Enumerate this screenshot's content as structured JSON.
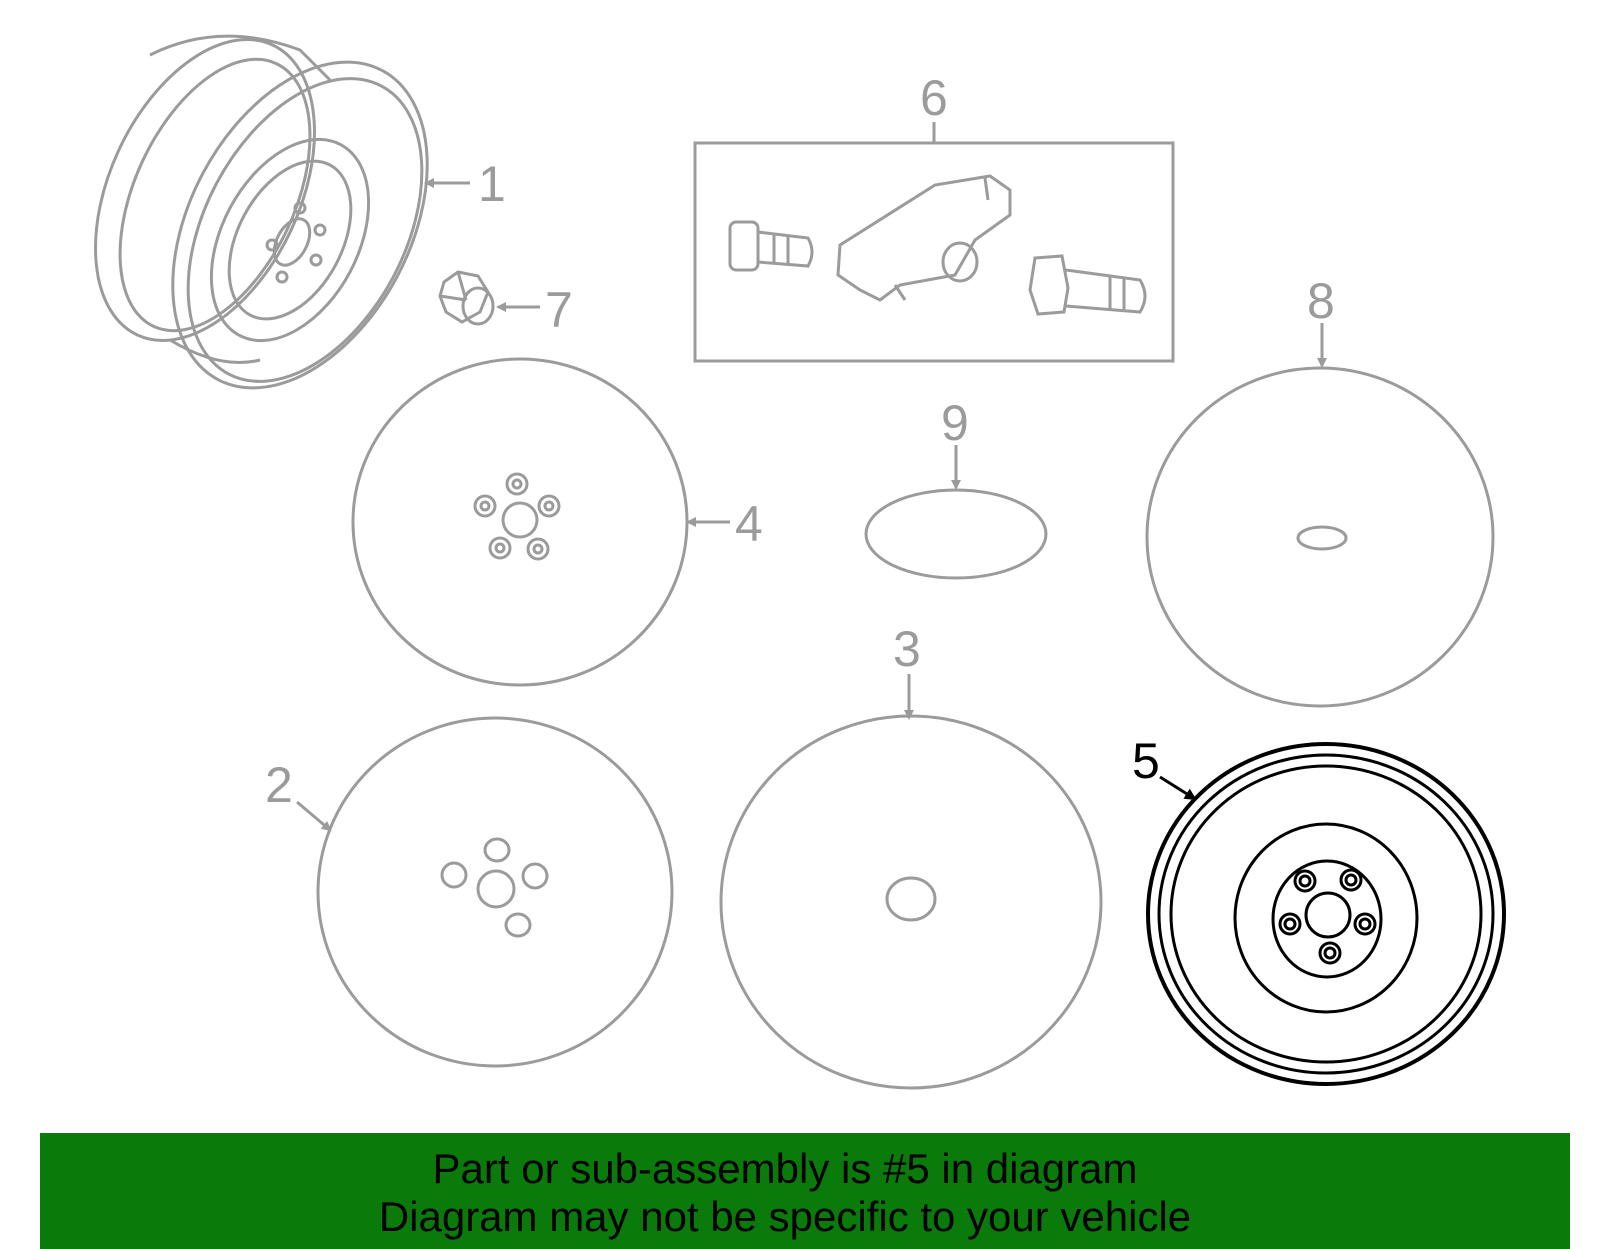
{
  "colors": {
    "part_gray": "#9b9b9b",
    "highlight": "#000000",
    "banner_bg": "#0a7a0a",
    "banner_text": "#000000"
  },
  "callouts": {
    "c1": "1",
    "c2": "2",
    "c3": "3",
    "c4": "4",
    "c5": "5",
    "c6": "6",
    "c7": "7",
    "c8": "8",
    "c9": "9"
  },
  "banner": {
    "line1": "Part or sub-assembly is #5 in diagram",
    "line2": "Diagram may not be specific to your vehicle"
  },
  "highlighted_part": "5"
}
